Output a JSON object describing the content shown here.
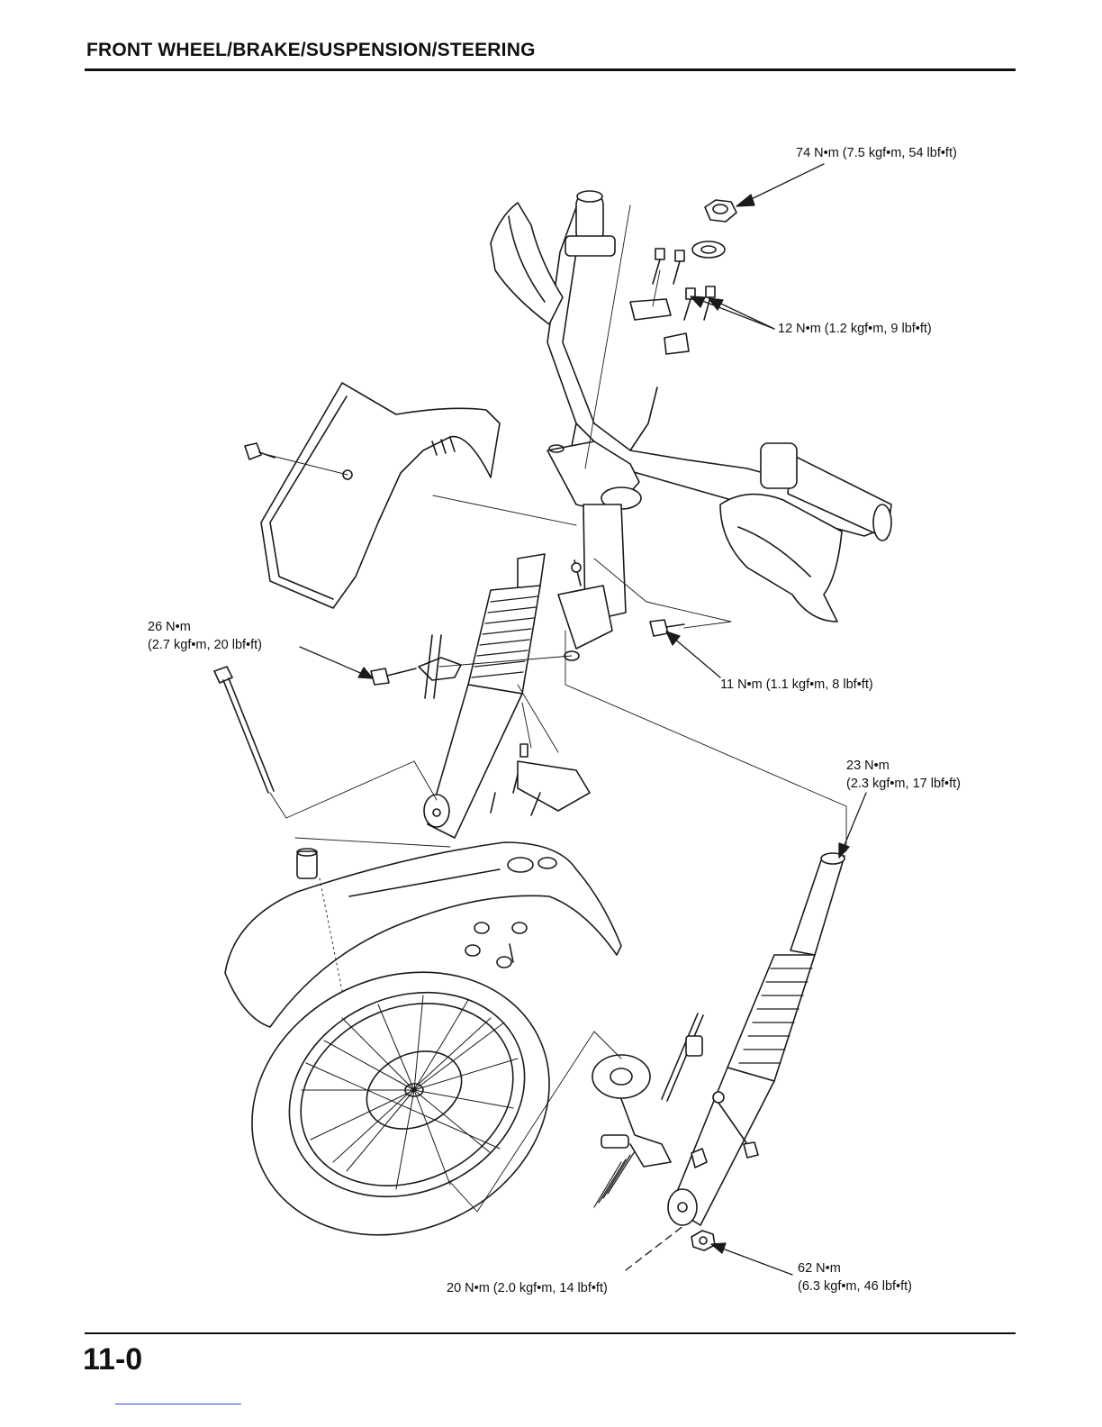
{
  "header": {
    "title": "FRONT WHEEL/BRAKE/SUSPENSION/STEERING"
  },
  "footer": {
    "page_number": "11-0"
  },
  "torque_specs": [
    {
      "id": "steering-stem-nut",
      "text": "74 N•m (7.5 kgf•m, 54 lbf•ft)"
    },
    {
      "id": "handlebar-holder-bolts",
      "text": "12 N•m (1.2 kgf•m, 9 lbf•ft)"
    },
    {
      "id": "fork-pinch-bolt-a",
      "line1": "26 N•m",
      "line2": "(2.7 kgf•m, 20 lbf•ft)"
    },
    {
      "id": "bottom-bridge-bolt",
      "text": "11 N•m (1.1 kgf•m, 8 lbf•ft)"
    },
    {
      "id": "fork-cap-bolt",
      "line1": "23 N•m",
      "line2": "(2.3 kgf•m, 17 lbf•ft)"
    },
    {
      "id": "axle-nut",
      "line1": "62 N•m",
      "line2": "(6.3 kgf•m, 46 lbf•ft)"
    },
    {
      "id": "brake-arm-bolt",
      "text": "20 N•m (2.0 kgf•m, 14 lbf•ft)"
    }
  ]
}
